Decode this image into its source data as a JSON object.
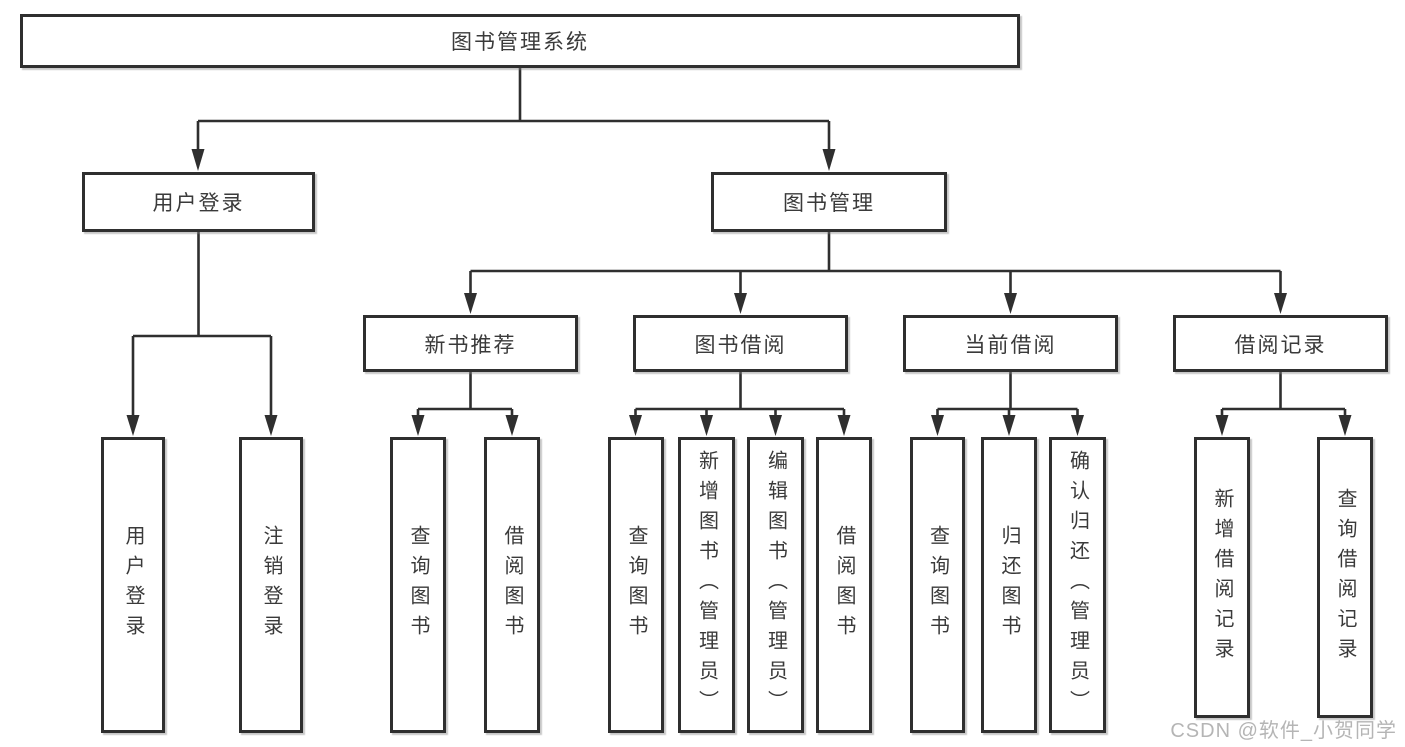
{
  "colors": {
    "line": "#2f2f2f",
    "box_border": "#2f2f2f",
    "text": "#3a3a3a",
    "watermark": "#b5b5b5",
    "background": "#ffffff"
  },
  "diagram": {
    "title": "图书管理系统",
    "level2": [
      {
        "id": "user-login",
        "label": "用户登录"
      },
      {
        "id": "book-management",
        "label": "图书管理"
      }
    ],
    "level3": [
      {
        "id": "new-book-recommend",
        "label": "新书推荐",
        "parent": "图书管理"
      },
      {
        "id": "book-borrow",
        "label": "图书借阅",
        "parent": "图书管理"
      },
      {
        "id": "current-borrow",
        "label": "当前借阅",
        "parent": "图书管理"
      },
      {
        "id": "borrow-records",
        "label": "借阅记录",
        "parent": "图书管理"
      }
    ],
    "leaves": [
      {
        "parent": "用户登录",
        "label": "用户登录"
      },
      {
        "parent": "用户登录",
        "label": "注销登录"
      },
      {
        "parent": "新书推荐",
        "label": "查询图书"
      },
      {
        "parent": "新书推荐",
        "label": "借阅图书"
      },
      {
        "parent": "图书借阅",
        "label": "查询图书"
      },
      {
        "parent": "图书借阅",
        "label": "新增图书（管理员）"
      },
      {
        "parent": "图书借阅",
        "label": "编辑图书（管理员）"
      },
      {
        "parent": "图书借阅",
        "label": "借阅图书"
      },
      {
        "parent": "当前借阅",
        "label": "查询图书"
      },
      {
        "parent": "当前借阅",
        "label": "归还图书"
      },
      {
        "parent": "当前借阅",
        "label": "确认归还（管理员）"
      },
      {
        "parent": "借阅记录",
        "label": "新增借阅记录"
      },
      {
        "parent": "借阅记录",
        "label": "查询借阅记录"
      }
    ],
    "watermark": "CSDN @软件_小贺同学"
  }
}
